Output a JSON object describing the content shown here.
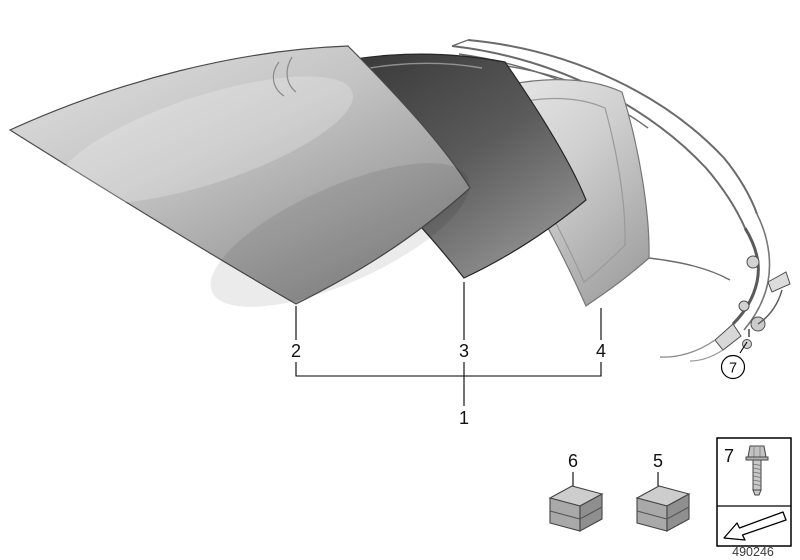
{
  "doc": {
    "number": "490246"
  },
  "callouts": {
    "n1": "1",
    "n2": "2",
    "n3": "3",
    "n4": "4",
    "n5": "5",
    "n6": "6",
    "n7": "7"
  },
  "icons": {
    "screw": "screw-icon",
    "direction_arrow": "direction-arrow-icon",
    "kit_box": "kit-box-icon"
  },
  "colors": {
    "panel_front_light": "#dcdcdc",
    "panel_front_dark": "#8a8a8a",
    "panel_middle_dark": "#333333",
    "panel_rear_light": "#e4e4e4",
    "frame_line": "#6a6a6a",
    "callout_line": "#000000",
    "background": "#ffffff"
  }
}
